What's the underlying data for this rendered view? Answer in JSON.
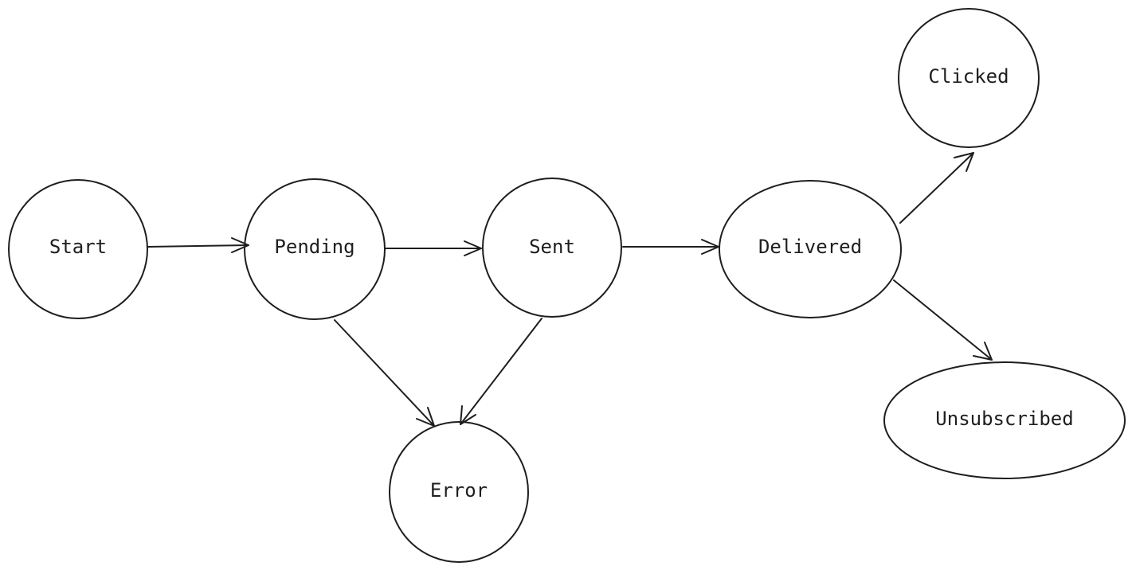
{
  "diagram": {
    "nodes": [
      {
        "id": "start",
        "label": "Start"
      },
      {
        "id": "pending",
        "label": "Pending"
      },
      {
        "id": "sent",
        "label": "Sent"
      },
      {
        "id": "delivered",
        "label": "Delivered"
      },
      {
        "id": "clicked",
        "label": "Clicked"
      },
      {
        "id": "unsubscribed",
        "label": "Unsubscribed"
      },
      {
        "id": "error",
        "label": "Error"
      }
    ],
    "edges": [
      {
        "from": "start",
        "to": "pending"
      },
      {
        "from": "pending",
        "to": "sent"
      },
      {
        "from": "sent",
        "to": "delivered"
      },
      {
        "from": "delivered",
        "to": "clicked"
      },
      {
        "from": "delivered",
        "to": "unsubscribed"
      },
      {
        "from": "pending",
        "to": "error"
      },
      {
        "from": "sent",
        "to": "error"
      }
    ],
    "stroke_color": "#1e1e1e",
    "background_color": "#ffffff"
  }
}
